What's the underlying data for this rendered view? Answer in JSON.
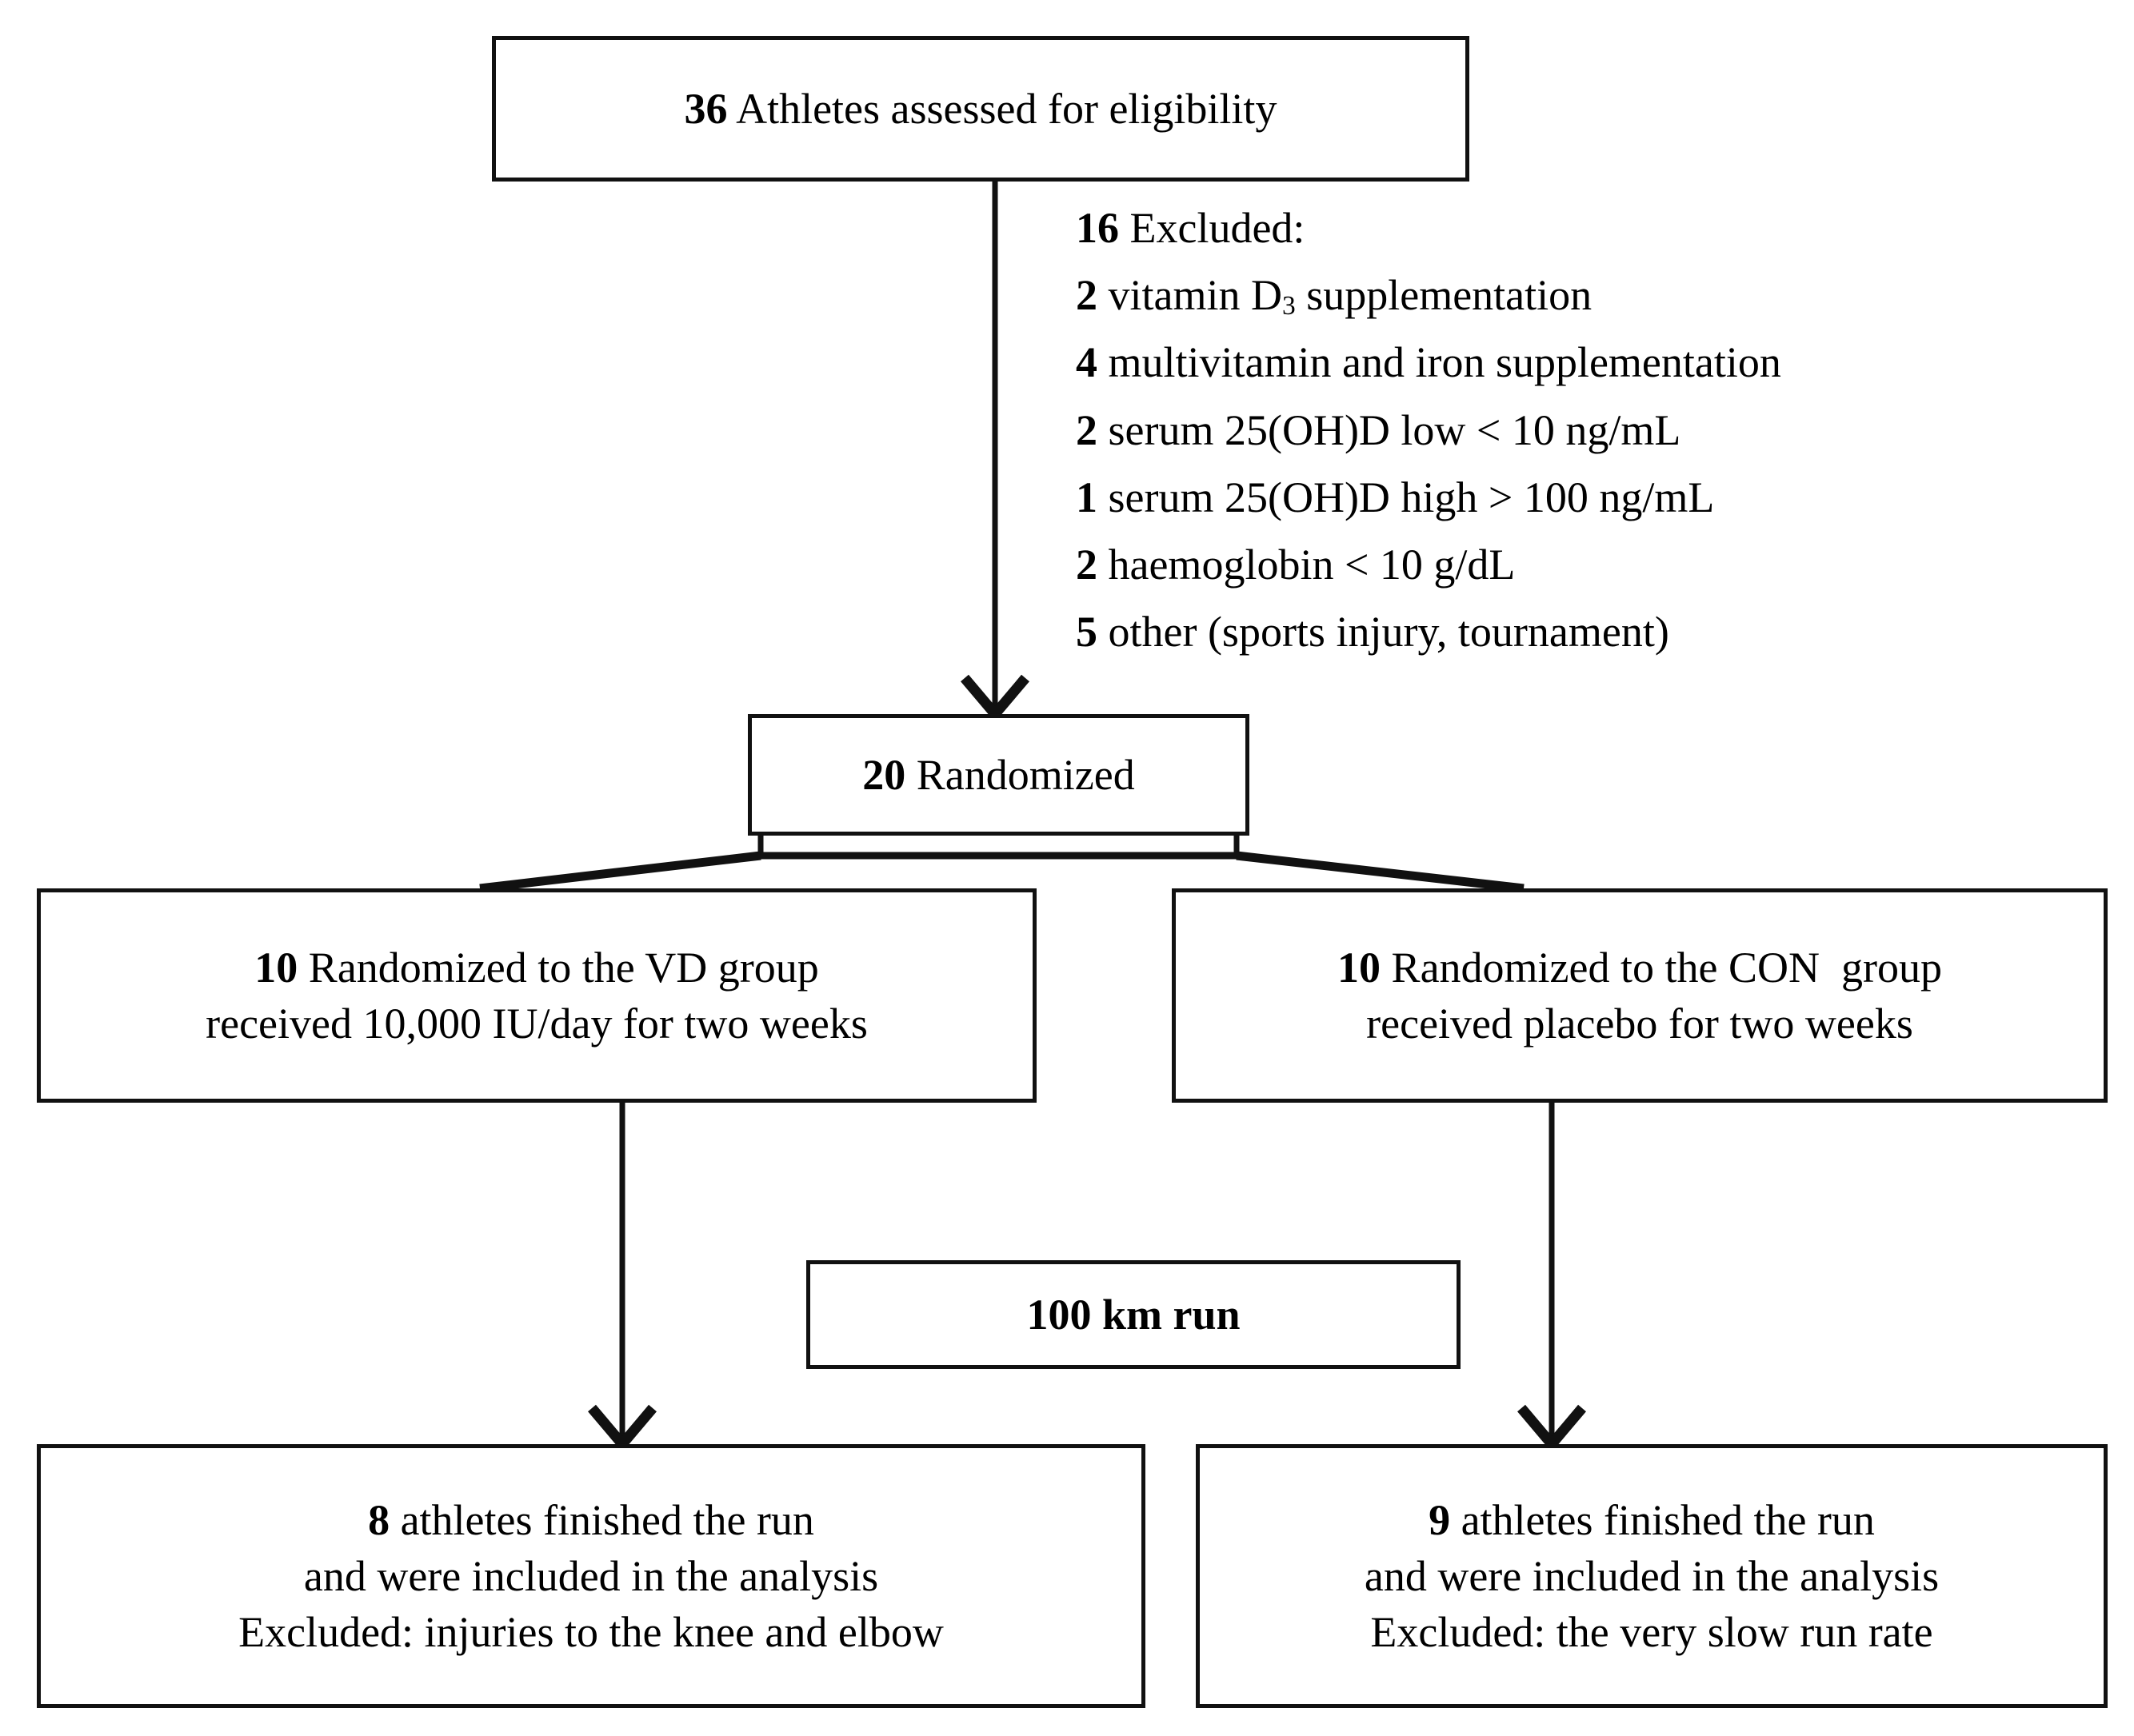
{
  "diagram": {
    "type": "consort-flow-diagram",
    "title": "CONSORT participant flow",
    "line_color": "#111111",
    "background_color": "#ffffff",
    "text_color": "#000000"
  },
  "nodes": {
    "assessed": {
      "count": "36",
      "text": " Athletes assessed for eligibility",
      "full": "36 Athletes assessed for eligibility"
    },
    "randomized": {
      "count": "20",
      "text": " Randomized",
      "full": "20 Randomized"
    },
    "vd_group": {
      "count": "10",
      "line1_rest": " Randomized to the VD group",
      "line2": "received 10,000 IU/day for two weeks",
      "full": "10 Randomized to the VD group received 10,000 IU/day for two weeks"
    },
    "con_group": {
      "count": "10",
      "line1_rest": " Randomized to the CON  group",
      "line2": "received placebo for two weeks",
      "full": "10 Randomized to the CON  group received placebo for two weeks"
    },
    "run": {
      "label": "100 km run"
    },
    "vd_outcome": {
      "count": "8",
      "line1_rest": " athletes finished the run",
      "line2": "and were included in the analysis",
      "line3": "Excluded: injuries to the knee and elbow",
      "full": "8 athletes finished the run and were included in the analysis Excluded: injuries to the knee and elbow"
    },
    "con_outcome": {
      "count": "9",
      "line1_rest": " athletes finished the run",
      "line2": "and were included in the analysis",
      "line3": "Excluded: the very slow run rate",
      "full": "9 athletes finished the run and were included in the analysis Excluded: the very slow run rate"
    }
  },
  "exclusions": {
    "heading_count": "16",
    "heading_rest": " Excluded:",
    "items": [
      {
        "count": "2",
        "rest_before_sub": " vitamin D",
        "sub": "3",
        "rest_after_sub": " supplementation"
      },
      {
        "count": "4",
        "rest": " multivitamin and iron supplementation"
      },
      {
        "count": "2",
        "rest": " serum 25(OH)D low < 10 ng/mL"
      },
      {
        "count": "1",
        "rest": " serum  25(OH)D high > 100 ng/mL"
      },
      {
        "count": "2",
        "rest": " haemoglobin < 10 g/dL"
      },
      {
        "count": "5",
        "rest": " other (sports  injury, tournament)"
      }
    ]
  },
  "edges": [
    {
      "name": "assessed-to-randomized",
      "from": "assessed",
      "to": "randomized",
      "arrow": true
    },
    {
      "name": "randomized-to-vd-group",
      "from": "randomized",
      "to": "vd_group",
      "arrow": false
    },
    {
      "name": "randomized-to-con-group",
      "from": "randomized",
      "to": "con_group",
      "arrow": false
    },
    {
      "name": "vd-group-to-vd-outcome",
      "from": "vd_group",
      "to": "vd_outcome",
      "arrow": true
    },
    {
      "name": "con-group-to-con-outcome",
      "from": "con_group",
      "to": "con_outcome",
      "arrow": true
    }
  ]
}
